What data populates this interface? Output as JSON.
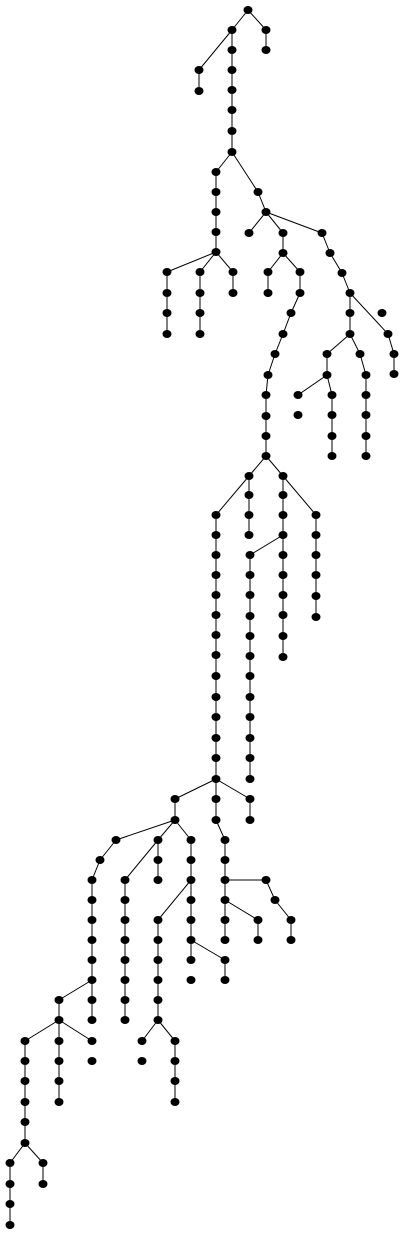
{
  "diagram": {
    "type": "tree",
    "node_color": "#000000",
    "edge_color": "#000000",
    "background": "#ffffff",
    "root": "n0",
    "edges": [
      [
        "n0",
        "n1"
      ],
      [
        "n0",
        "n2"
      ],
      [
        "n1",
        "n3"
      ],
      [
        "n1",
        "n4"
      ],
      [
        "n2",
        "n5"
      ],
      [
        "n3",
        "n6"
      ],
      [
        "n4",
        "n7"
      ],
      [
        "n7",
        "n8"
      ],
      [
        "n8",
        "n9"
      ],
      [
        "n9",
        "n10"
      ],
      [
        "n10",
        "n11"
      ],
      [
        "n11",
        "n12"
      ],
      [
        "n11",
        "n13"
      ],
      [
        "n12",
        "n14"
      ],
      [
        "n14",
        "n15"
      ],
      [
        "n15",
        "n16"
      ],
      [
        "n16",
        "n17"
      ],
      [
        "n16",
        "n18"
      ],
      [
        "n16",
        "n19"
      ],
      [
        "n17",
        "n20"
      ],
      [
        "n20",
        "n21"
      ],
      [
        "n21",
        "n22"
      ],
      [
        "n18",
        "n23"
      ],
      [
        "n23",
        "n24"
      ],
      [
        "n24",
        "n25"
      ],
      [
        "n19",
        "n26"
      ],
      [
        "n13",
        "n27"
      ],
      [
        "n27",
        "n28"
      ],
      [
        "n27",
        "n29"
      ],
      [
        "n27",
        "n30"
      ],
      [
        "n29",
        "n31"
      ],
      [
        "n31",
        "n32"
      ],
      [
        "n31",
        "n33"
      ],
      [
        "n33",
        "n34"
      ],
      [
        "n34",
        "n35"
      ],
      [
        "n35",
        "n36"
      ],
      [
        "n36",
        "n37"
      ],
      [
        "n37",
        "n38"
      ],
      [
        "n38",
        "n39"
      ],
      [
        "n39",
        "n40"
      ],
      [
        "n40",
        "n41"
      ],
      [
        "n41",
        "n42"
      ],
      [
        "n42",
        "n43"
      ],
      [
        "n42",
        "n44"
      ],
      [
        "n30",
        "n45"
      ],
      [
        "n45",
        "n46"
      ],
      [
        "n46",
        "n47"
      ],
      [
        "n47",
        "n48"
      ],
      [
        "n47",
        "n49"
      ],
      [
        "n48",
        "n50"
      ],
      [
        "n50",
        "n51"
      ],
      [
        "n50",
        "n52"
      ],
      [
        "n51",
        "n53"
      ],
      [
        "n51",
        "n54"
      ],
      [
        "n54",
        "n55"
      ],
      [
        "n55",
        "n56"
      ],
      [
        "n52",
        "n57"
      ],
      [
        "n57",
        "n58"
      ],
      [
        "n58",
        "n59"
      ],
      [
        "n49",
        "n60"
      ],
      [
        "n60",
        "n61"
      ],
      [
        "n61",
        "n62"
      ],
      [
        "n43",
        "n63"
      ],
      [
        "n43",
        "n64"
      ],
      [
        "n63",
        "n65"
      ],
      [
        "n63",
        "n66"
      ],
      [
        "n65",
        "n67"
      ],
      [
        "n67",
        "n68"
      ],
      [
        "n68",
        "n69"
      ],
      [
        "n69",
        "n70"
      ],
      [
        "n70",
        "n71"
      ],
      [
        "n71",
        "n72"
      ],
      [
        "n72",
        "n73"
      ],
      [
        "n73",
        "n74"
      ],
      [
        "n74",
        "n75"
      ],
      [
        "n75",
        "n76"
      ],
      [
        "n76",
        "n77"
      ],
      [
        "n77",
        "n78"
      ],
      [
        "n78",
        "n79"
      ],
      [
        "n66",
        "n80"
      ],
      [
        "n80",
        "n81"
      ],
      [
        "n44",
        "n82"
      ],
      [
        "n44",
        "n83"
      ],
      [
        "n82",
        "n84"
      ],
      [
        "n82",
        "n85"
      ],
      [
        "n84",
        "n86"
      ],
      [
        "n86",
        "n87"
      ],
      [
        "n87",
        "n88"
      ],
      [
        "n88",
        "n89"
      ],
      [
        "n89",
        "n90"
      ],
      [
        "n90",
        "n91"
      ],
      [
        "n91",
        "n92"
      ],
      [
        "n92",
        "n93"
      ],
      [
        "n93",
        "n94"
      ],
      [
        "n94",
        "n95"
      ],
      [
        "n95",
        "n96"
      ],
      [
        "n96",
        "n97"
      ],
      [
        "n85",
        "n98"
      ],
      [
        "n98",
        "n99"
      ],
      [
        "n99",
        "n100"
      ],
      [
        "n100",
        "n101"
      ],
      [
        "n101",
        "n102"
      ],
      [
        "n83",
        "n103"
      ],
      [
        "n103",
        "n104"
      ],
      [
        "n104",
        "n105"
      ],
      [
        "n105",
        "n106"
      ],
      [
        "n106",
        "n107"
      ],
      [
        "n79",
        "n108"
      ],
      [
        "n79",
        "n109"
      ],
      [
        "n79",
        "n110"
      ],
      [
        "n110",
        "n111"
      ],
      [
        "n109",
        "n112"
      ],
      [
        "n108",
        "n113"
      ],
      [
        "n112",
        "n114"
      ],
      [
        "n114",
        "n115"
      ],
      [
        "n114",
        "n116"
      ],
      [
        "n115",
        "n117"
      ],
      [
        "n115",
        "n118"
      ],
      [
        "n115",
        "n119"
      ],
      [
        "n116",
        "n120"
      ],
      [
        "n120",
        "n121"
      ],
      [
        "n121",
        "n122"
      ],
      [
        "n122",
        "n123"
      ],
      [
        "n123",
        "n124"
      ],
      [
        "n124",
        "n125"
      ],
      [
        "n125",
        "n126"
      ],
      [
        "n126",
        "n127"
      ],
      [
        "n127",
        "n128"
      ],
      [
        "n127",
        "n129"
      ],
      [
        "n128",
        "n130"
      ],
      [
        "n130",
        "n131"
      ],
      [
        "n131",
        "n132"
      ],
      [
        "n132",
        "n133"
      ],
      [
        "n133",
        "n134"
      ],
      [
        "n133",
        "n135"
      ],
      [
        "n134",
        "n136"
      ],
      [
        "n136",
        "n137"
      ],
      [
        "n135",
        "n138"
      ],
      [
        "n130",
        "n139"
      ],
      [
        "n130",
        "n140"
      ],
      [
        "n139",
        "n141"
      ],
      [
        "n141",
        "n142"
      ],
      [
        "n129",
        "n143"
      ],
      [
        "n117",
        "n144"
      ],
      [
        "n144",
        "n145"
      ],
      [
        "n145",
        "n146"
      ],
      [
        "n146",
        "n147"
      ],
      [
        "n147",
        "n148"
      ],
      [
        "n148",
        "n149"
      ],
      [
        "n149",
        "n150"
      ],
      [
        "n150",
        "n151"
      ],
      [
        "n118",
        "n152"
      ],
      [
        "n152",
        "n153"
      ],
      [
        "n119",
        "n154"
      ],
      [
        "n154",
        "n155"
      ],
      [
        "n155",
        "n156"
      ],
      [
        "n156",
        "n157"
      ],
      [
        "n156",
        "n158"
      ],
      [
        "n157",
        "n159"
      ],
      [
        "n159",
        "n160"
      ],
      [
        "n160",
        "n161"
      ],
      [
        "n161",
        "n162"
      ],
      [
        "n162",
        "n163"
      ],
      [
        "n163",
        "n164"
      ],
      [
        "n164",
        "n165"
      ],
      [
        "n164",
        "n166"
      ],
      [
        "n166",
        "n167"
      ],
      [
        "n167",
        "n168"
      ],
      [
        "n168",
        "n169"
      ],
      [
        "n158",
        "n170"
      ],
      [
        "n170",
        "n171"
      ],
      [
        "n170",
        "n172"
      ],
      [
        "n172",
        "n173"
      ],
      [
        "n113",
        "n174"
      ],
      [
        "n174",
        "n175"
      ],
      [
        "n175",
        "n176"
      ],
      [
        "n175",
        "n177"
      ],
      [
        "n176",
        "n178"
      ],
      [
        "n176",
        "n179"
      ],
      [
        "n176",
        "n180"
      ],
      [
        "n178",
        "n181"
      ],
      [
        "n178",
        "n182"
      ],
      [
        "n181",
        "n183"
      ],
      [
        "n182",
        "n184"
      ],
      [
        "n177",
        "n185"
      ],
      [
        "n185",
        "n186"
      ],
      [
        "n186",
        "n187"
      ],
      [
        "n179",
        "n188"
      ],
      [
        "n180",
        "n189"
      ]
    ]
  }
}
